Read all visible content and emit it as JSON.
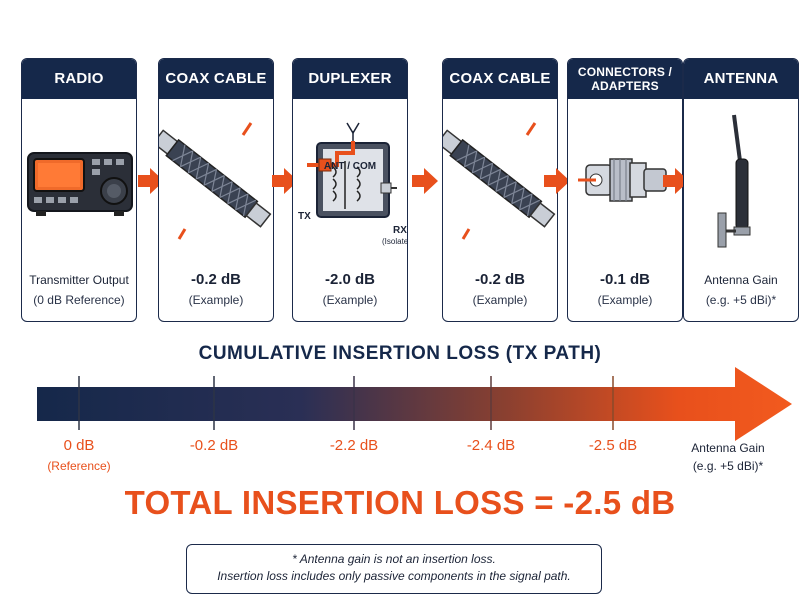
{
  "cards": [
    {
      "title": "RADIO",
      "value": "Transmitter Output",
      "sub": "(0 dB Reference)",
      "icon": "radio-icon"
    },
    {
      "title": "COAX CABLE",
      "value": "-0.2 dB",
      "sub": "(Example)",
      "icon": "coax-cable-icon"
    },
    {
      "title": "DUPLEXER",
      "value": "-2.0 dB",
      "sub": "(Example)",
      "icon": "duplexer-icon",
      "labels": {
        "ant": "ANT / COM",
        "tx": "TX",
        "rx": "RX",
        "rx_sub": "(Isolated)"
      }
    },
    {
      "title": "COAX CABLE",
      "value": "-0.2 dB",
      "sub": "(Example)",
      "icon": "coax-cable-icon"
    },
    {
      "title": "CONNECTORS / ADAPTERS",
      "value": "-0.1 dB",
      "sub": "(Example)",
      "icon": "connector-icon"
    },
    {
      "title": "ANTENNA",
      "value": "Antenna Gain",
      "sub": "(e.g. +5 dBi)*",
      "icon": "antenna-icon"
    }
  ],
  "cumulative": {
    "title": "CUMULATIVE INSERTION LOSS (TX PATH)",
    "ticks": [
      {
        "label": "0 dB",
        "sub": "(Reference)"
      },
      {
        "label": "-0.2 dB"
      },
      {
        "label": "-2.2 dB"
      },
      {
        "label": "-2.4 dB"
      },
      {
        "label": "-2.5 dB"
      }
    ],
    "end_label": "Antenna Gain",
    "end_sub": "(e.g. +5 dBi)*"
  },
  "total": "TOTAL INSERTION LOSS = -2.5 dB",
  "note": {
    "line1": "* Antenna gain is not an insertion loss.",
    "line2": "Insertion loss includes only passive components in the signal path."
  },
  "colors": {
    "navy": "#15284a",
    "orange": "#e8501c"
  }
}
